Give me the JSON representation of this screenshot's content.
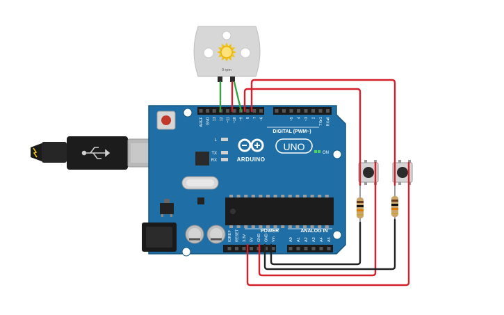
{
  "motor": {
    "speed_label": "0 rpm"
  },
  "board": {
    "brand": "ARDUINO",
    "model": "UNO",
    "digital_header_label": "DIGITAL (PWM~)",
    "power_header_label": "POWER",
    "analog_header_label": "ANALOG IN",
    "led_labels": {
      "l": "L",
      "tx": "TX",
      "rx": "RX",
      "on": "ON"
    },
    "digital_pins": [
      "AREF",
      "GND",
      "13",
      "12",
      "~11",
      "~10",
      "~9",
      "8",
      "7",
      "~6",
      "~5",
      "4",
      "~3",
      "2",
      "TX▸1",
      "RX◂0"
    ],
    "power_pins": [
      "IOREF",
      "RESET",
      "3.3V",
      "5V",
      "GND",
      "GND",
      "Vin"
    ],
    "analog_pins": [
      "A0",
      "A1",
      "A2",
      "A3",
      "A4",
      "A5"
    ]
  },
  "colors": {
    "board": "#1f6fa6",
    "board_edge": "#15567f",
    "wire_red": "#d3202a",
    "wire_green": "#3aa142",
    "wire_black": "#222222",
    "motor_body": "#d7d7d7",
    "motor_hub": "#f2c211"
  },
  "icons": {
    "usb_symbol": "usb-icon",
    "motor_shaft": "sun-icon",
    "arduino_logo": "infinity-logo-icon"
  }
}
